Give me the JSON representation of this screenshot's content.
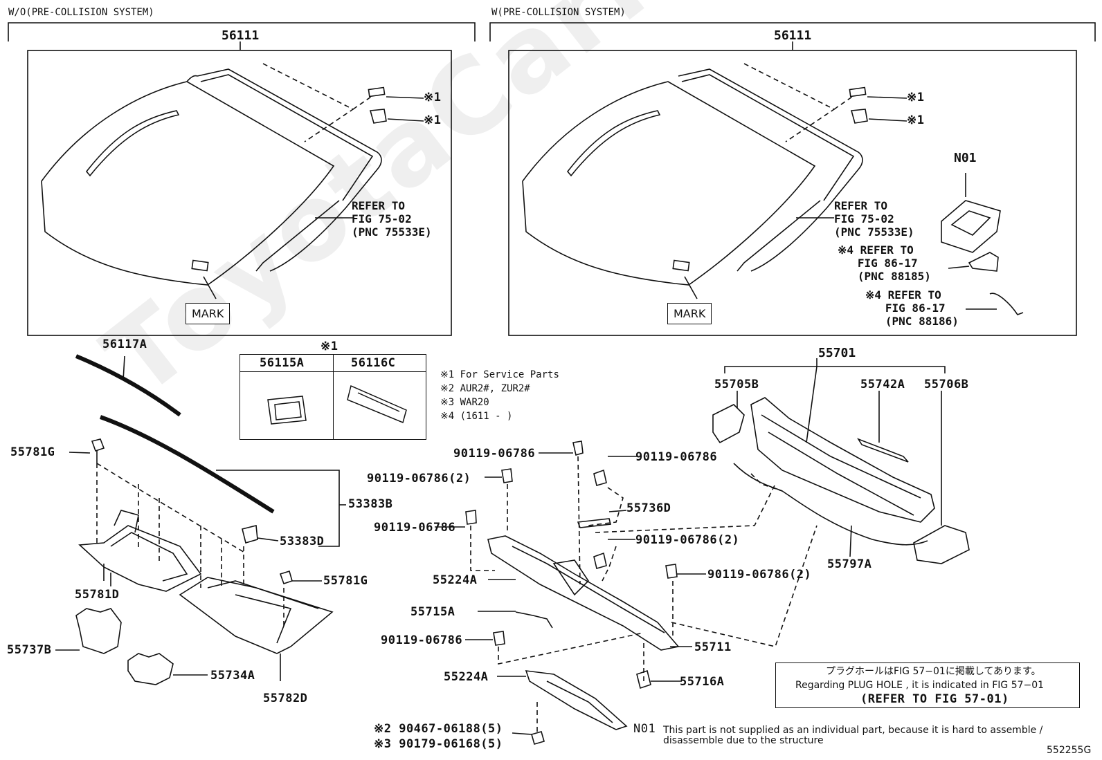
{
  "headers": {
    "left": "W/O(PRE-COLLISION SYSTEM)",
    "right": "W(PRE-COLLISION SYSTEM)"
  },
  "windshield": {
    "left_part": "56111",
    "right_part": "56111",
    "mark": "MARK",
    "note1": "※1",
    "note1b": "※1",
    "refer_left": "REFER TO\nFIG 75-02\n(PNC 75533E)",
    "refer_right": "REFER TO\nFIG 75-02\n(PNC 75533E)"
  },
  "n01": {
    "label": "N01",
    "ref1": "※4 REFER TO\n   FIG 86-17\n   (PNC 88185)",
    "ref2": "※4 REFER TO\n   FIG 86-17\n   (PNC 88186)"
  },
  "service_table": {
    "marker": "※1",
    "col1": "56115A",
    "col2": "56116C"
  },
  "footnotes": [
    "※1 For Service Parts",
    "※2 AUR2#, ZUR2#",
    "※3 WAR20",
    "※4 (1611 -    )"
  ],
  "parts": {
    "p56117A": "56117A",
    "p55781G_a": "55781G",
    "p53383B": "53383B",
    "p53383D": "53383D",
    "p55781D": "55781D",
    "p55781G_b": "55781G",
    "p55737B": "55737B",
    "p55734A": "55734A",
    "p55782D": "55782D",
    "p55701": "55701",
    "p55705B": "55705B",
    "p55742A": "55742A",
    "p55706B": "55706B",
    "p55797A": "55797A",
    "b1": "90119-06786",
    "b2": "90119-06786",
    "b3": "90119-06786(2)",
    "b4": "90119-06786",
    "b5": "90119-06786(2)",
    "b6": "90119-06786(2)",
    "b7": "90119-06786",
    "p55736D": "55736D",
    "p55224A_a": "55224A",
    "p55715A": "55715A",
    "p55711": "55711",
    "p55224A_b": "55224A",
    "p55716A": "55716A",
    "c1": "※2 90467-06188(5)",
    "c2": "※3 90179-06168(5)"
  },
  "plug": {
    "jp": "プラグホールはFIG 57−01に掲載してあります。",
    "en": "Regarding  PLUG  HOLE , it is indicated in  FIG  57−01",
    "ref": "(REFER TO FIG 57-01)"
  },
  "n01_note": {
    "tag": "N01",
    "line1": "This part is not supplied as an individual part, because it is hard to assemble /",
    "line2": "disassemble due to the structure"
  },
  "watermark": "ToyotaCarMine.ru",
  "figure_id": "552255G"
}
